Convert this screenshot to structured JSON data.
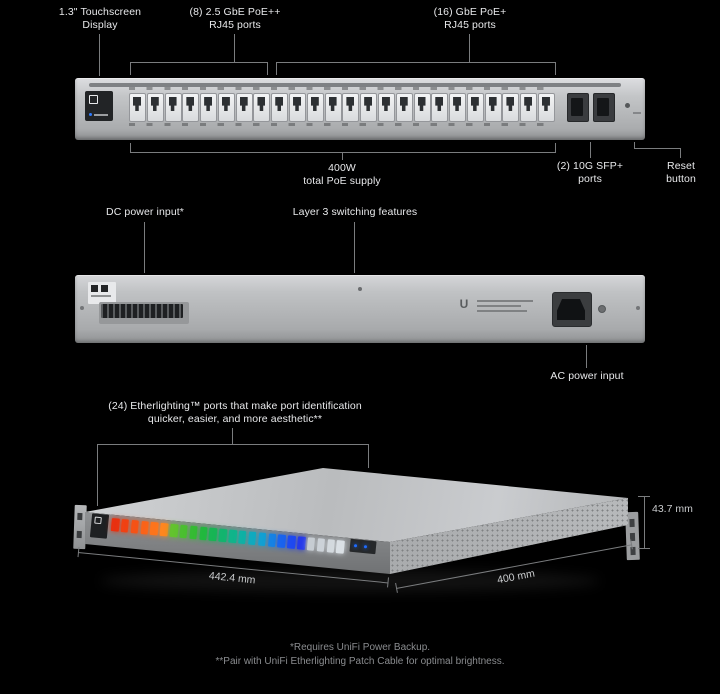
{
  "front_view": {
    "port_count": 24,
    "callouts": {
      "touchscreen": {
        "line1": "1.3\" Touchscreen",
        "line2": "Display"
      },
      "poe_25g_ports": {
        "line1": "(8) 2.5 GbE PoE++",
        "line2": "RJ45 ports"
      },
      "poe_1g_ports": {
        "line1": "(16) GbE PoE+",
        "line2": "RJ45 ports"
      },
      "poe_supply": {
        "line1": "400W",
        "line2": "total PoE supply"
      },
      "sfp_ports": {
        "line1": "(2) 10G SFP+",
        "line2": "ports"
      },
      "reset": {
        "line1": "Reset",
        "line2": "button"
      }
    }
  },
  "back_view": {
    "logo_glyph": "U",
    "callouts": {
      "dc_input": "DC power input*",
      "layer3": "Layer 3 switching features",
      "ac_input": "AC power input"
    }
  },
  "iso_view": {
    "callouts": {
      "etherlighting_line1": "(24) Etherlighting™ ports that make port identification",
      "etherlighting_line2": "quicker, easier, and more aesthetic**"
    },
    "dimensions": {
      "height": "43.7 mm",
      "width": "442.4 mm",
      "depth": "400 mm"
    },
    "etherlighting_colors": [
      "#e83110",
      "#f04113",
      "#f55216",
      "#fa6319",
      "#fd741c",
      "#ff861f",
      "#63c32e",
      "#4bbf30",
      "#35bb33",
      "#22b83e",
      "#18b554",
      "#13b46e",
      "#10b48a",
      "#0fb1a4",
      "#10aabe",
      "#12a0d2",
      "#1683e4",
      "#1a64ee",
      "#1f4af0",
      "#2539ea",
      "#c6ccd2",
      "#ccd2d8",
      "#d3d9de",
      "#dae0e5"
    ]
  },
  "footnotes": {
    "line1": "*Requires UniFi Power Backup.",
    "line2": "**Pair with UniFi Etherlighting Patch Cable for optimal brightness."
  },
  "colors": {
    "background": "#000000",
    "chassis_silver": "#c3c5c7",
    "label_text": "#e8e9eb",
    "callout_line": "#7a7c7e",
    "footnote_text": "#8a8c8f"
  }
}
